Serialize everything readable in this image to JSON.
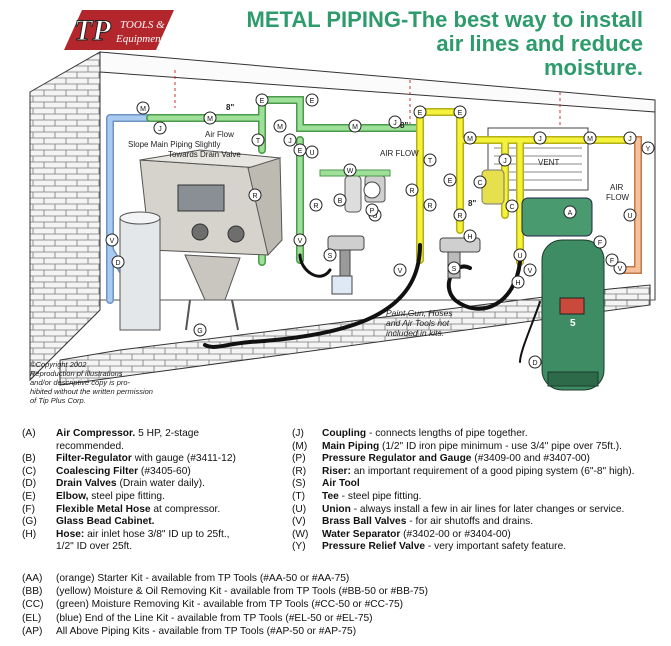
{
  "logo": {
    "brand": "TP",
    "line1": "TOOLS &",
    "line2": "Equipment"
  },
  "headline": [
    "METAL PIPING-The best way to install",
    "air lines and reduce",
    "moisture."
  ],
  "diagram": {
    "labels": {
      "air_flow_1": "Air Flow",
      "slope_1": "Slope Main Piping Slightly",
      "slope_2": "Towards Drain Valve",
      "air_flow_2": "AIR FLOW",
      "vent": "VENT",
      "air_flow_3": "AIR",
      "air_flow_3b": "FLOW",
      "riser_a": "8\"",
      "riser_b": "8\"",
      "riser_c": "8\"",
      "compressor_badge": "5"
    },
    "markers": [
      "M",
      "M",
      "M",
      "M",
      "M",
      "M",
      "E",
      "E",
      "E",
      "E",
      "E",
      "E",
      "J",
      "J",
      "J",
      "J",
      "J",
      "J",
      "T",
      "T",
      "U",
      "U",
      "U",
      "U",
      "V",
      "V",
      "V",
      "V",
      "V",
      "R",
      "R",
      "R",
      "R",
      "R",
      "W",
      "P",
      "C",
      "C",
      "B",
      "F",
      "F",
      "H",
      "H",
      "G",
      "D",
      "D",
      "Y",
      "A",
      "S",
      "S"
    ]
  },
  "copyright": [
    "©Copyright 2002",
    "Reproduction of illustrations",
    "and/or descriptive copy is pro-",
    "hibited without the written permission",
    "of Tip Plus Corp."
  ],
  "kit_note": [
    "Paint Gun, Hoses",
    "and Air Tools not",
    "included in kits."
  ],
  "legend_left": [
    {
      "code": "(A)",
      "name": "Air Compressor.",
      "rest": " 5 HP, 2-stage"
    },
    {
      "code": "",
      "name": "",
      "rest": "recommended."
    },
    {
      "code": "(B)",
      "name": "Filter-Regulator",
      "rest": " with gauge (#3411-12)"
    },
    {
      "code": "(C)",
      "name": "Coalescing Filter",
      "rest": " (#3405-60)"
    },
    {
      "code": "(D)",
      "name": "Drain Valves",
      "rest": " (Drain water daily)."
    },
    {
      "code": "(E)",
      "name": "Elbow,",
      "rest": " steel pipe fitting."
    },
    {
      "code": "(F)",
      "name": "Flexible Metal Hose",
      "rest": " at compressor."
    },
    {
      "code": "(G)",
      "name": "Glass Bead Cabinet.",
      "rest": ""
    },
    {
      "code": "(H)",
      "name": "Hose:",
      "rest": " air inlet hose 3/8\" ID up to 25ft.,"
    },
    {
      "code": "",
      "name": "",
      "rest": "1/2\" ID over 25ft."
    }
  ],
  "legend_right": [
    {
      "code": "(J)",
      "name": "Coupling",
      "rest": " - connects lengths of pipe together."
    },
    {
      "code": "(M)",
      "name": "Main Piping",
      "rest": " (1/2\" ID iron pipe minimum - use 3/4\" pipe over 75ft.)."
    },
    {
      "code": "(P)",
      "name": "Pressure Regulator and Gauge",
      "rest": " (#3409-00 and #3407-00)"
    },
    {
      "code": "(R)",
      "name": "Riser:",
      "rest": " an important requirement of a good piping system (6\"-8\" high)."
    },
    {
      "code": "(S)",
      "name": "Air Tool",
      "rest": ""
    },
    {
      "code": "(T)",
      "name": "Tee",
      "rest": " - steel pipe fitting."
    },
    {
      "code": "(U)",
      "name": "Union",
      "rest": " - always install a few in air lines for later changes or service."
    },
    {
      "code": "(V)",
      "name": "Brass Ball Valves",
      "rest": " - for air shutoffs and drains."
    },
    {
      "code": "(W)",
      "name": "Water Separator",
      "rest": " (#3402-00 or #3404-00)"
    },
    {
      "code": "(Y)",
      "name": "Pressure Relief Valve",
      "rest": " - very important safety feature."
    }
  ],
  "kits": [
    {
      "code": "(AA)",
      "text": "(orange) Starter Kit - available from TP Tools (#AA-50 or #AA-75)"
    },
    {
      "code": "(BB)",
      "text": "(yellow) Moisture & Oil Removing Kit - available from TP Tools (#BB-50 or #BB-75)"
    },
    {
      "code": "(CC)",
      "text": "(green) Moisture Removing Kit - available from TP Tools (#CC-50 or #CC-75)"
    },
    {
      "code": "(EL)",
      "text": "(blue) End of the Line Kit - available from TP Tools (#EL-50 or #EL-75)"
    },
    {
      "code": "(AP)",
      "text": "All Above Piping Kits - available from TP Tools (#AP-50 or #AP-75)"
    }
  ],
  "colors": {
    "headline": "#2e9b6c",
    "pipe_green": "#8fd98a",
    "pipe_yellow": "#f4f23a",
    "pipe_blue": "#9cc4ee",
    "pipe_orange": "#f2b58a",
    "compressor": "#3d8c63",
    "logo_red": "#b3262b"
  }
}
